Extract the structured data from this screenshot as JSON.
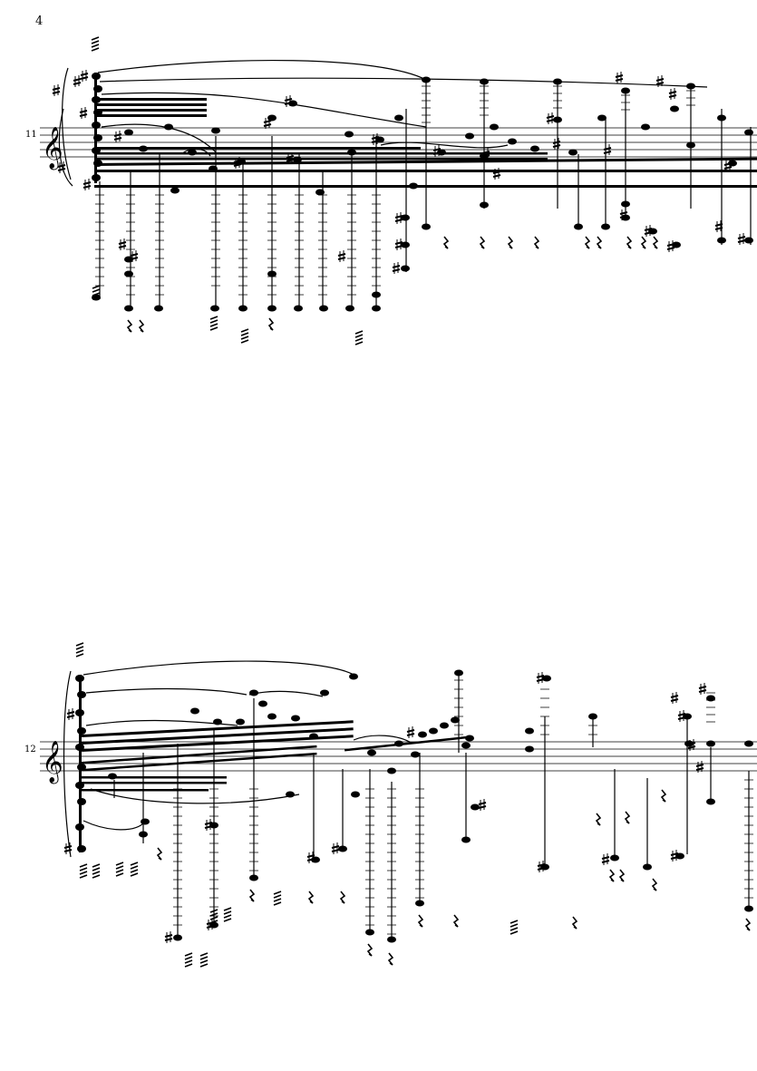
{
  "page": {
    "number": "4"
  },
  "systems": [
    {
      "measure_number": "11",
      "clef": "treble",
      "key_signature": "none"
    },
    {
      "measure_number": "12",
      "clef": "treble",
      "key_signature": "none"
    }
  ],
  "colors": {
    "ink": "#000000",
    "paper": "#ffffff"
  }
}
